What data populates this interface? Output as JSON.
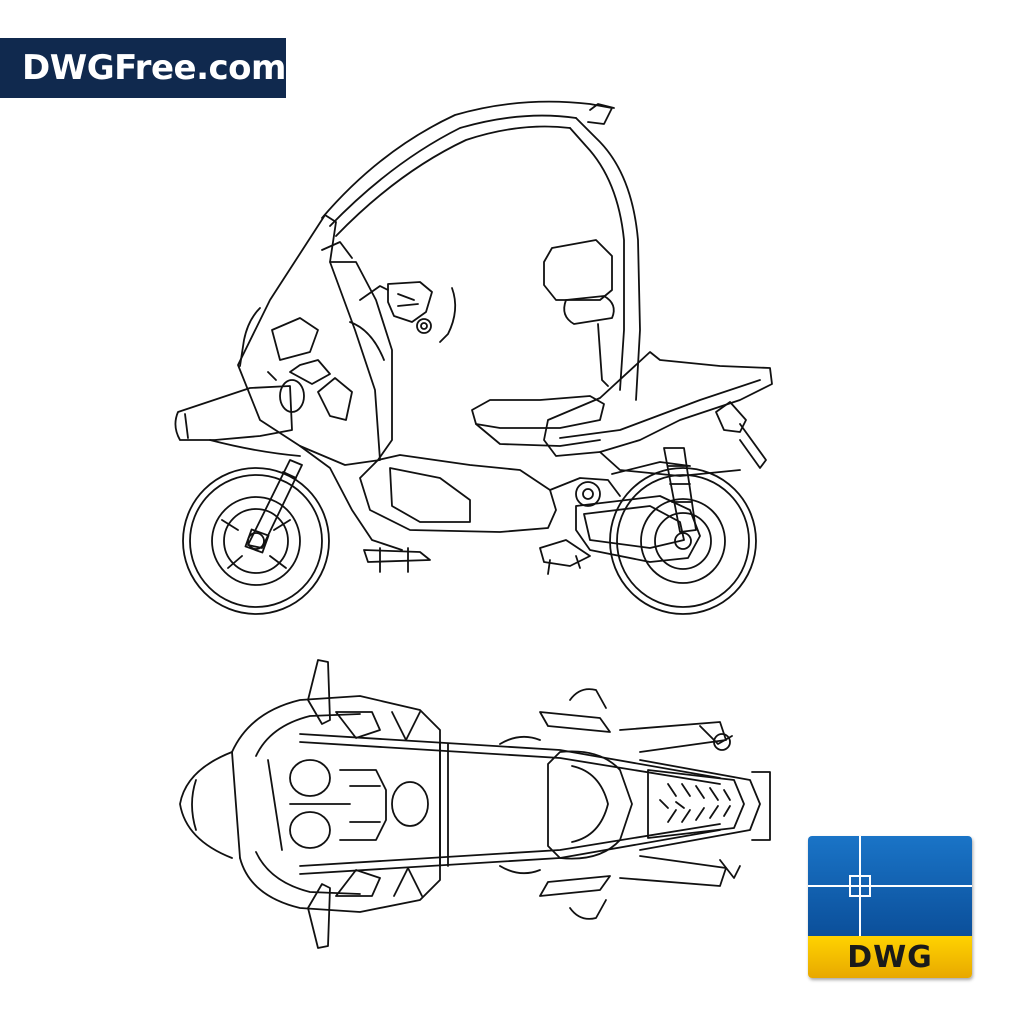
{
  "brand": {
    "label": "DWGFree.com",
    "background": "#10294e",
    "text_color": "#ffffff"
  },
  "drawing": {
    "views": [
      "side-view",
      "top-view"
    ],
    "line_color": "#111111"
  },
  "badge": {
    "label": "DWG",
    "icon": "dwg-file-icon",
    "top_gradient": [
      "#1a74c7",
      "#0b4f9a"
    ],
    "bottom_gradient": [
      "#ffd300",
      "#e8a800"
    ],
    "label_color": "#1a1a1a",
    "crosshair_color": "#ffffff"
  }
}
